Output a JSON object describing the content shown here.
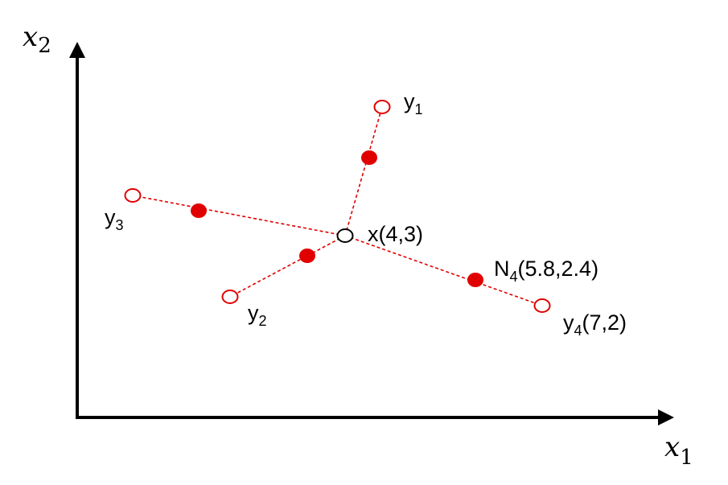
{
  "axes": {
    "x": {
      "symbol": "x",
      "subscript": "1"
    },
    "y": {
      "symbol": "x",
      "subscript": "2"
    }
  },
  "colors": {
    "accent": "#e00000",
    "axis": "#000000",
    "center": "#000000"
  },
  "center": {
    "main": "x(4,3)"
  },
  "neighbors": [
    {
      "id": "y1",
      "main": "y",
      "sub": "1",
      "rest": ""
    },
    {
      "id": "y2",
      "main": "y",
      "sub": "2",
      "rest": ""
    },
    {
      "id": "y3",
      "main": "y",
      "sub": "3",
      "rest": ""
    },
    {
      "id": "y4",
      "main": "y",
      "sub": "4",
      "rest": "(7,2)"
    }
  ],
  "synthetic": {
    "n4": {
      "main": "N",
      "sub": "4",
      "rest": "(5.8,2.4)"
    }
  }
}
